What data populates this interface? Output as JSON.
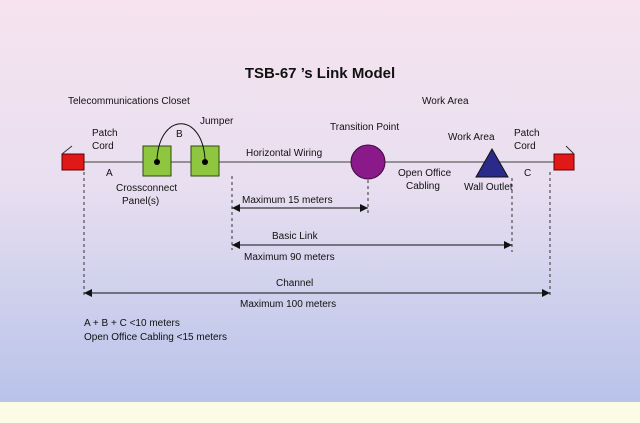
{
  "title": "TSB-67 ’s Link Model",
  "labels": {
    "telecom_closet": "Telecommunications Closet",
    "work_area_top": "Work Area",
    "patch_cord_left_1": "Patch",
    "patch_cord_left_2": "Cord",
    "label_a": "A",
    "label_b": "B",
    "jumper": "Jumper",
    "horizontal_wiring": "Horizontal Wiring",
    "transition_point": "Transition Point",
    "work_area_outlet_1": "Work Area",
    "work_area_outlet_2": "Wall Outlet",
    "patch_cord_right_1": "Patch",
    "patch_cord_right_2": "Cord",
    "label_c": "C",
    "crossconnect_1": "Crossconnect",
    "crossconnect_2": "Panel(s)",
    "open_office_1": "Open Office",
    "open_office_2": "Cabling",
    "max15": "Maximum 15 meters",
    "basic_link": "Basic Link",
    "max90": "Maximum 90 meters",
    "channel": "Channel",
    "max100": "Maximum 100 meters",
    "note1": "A + B + C <10 meters",
    "note2": "Open Office Cabling <15 meters"
  },
  "colors": {
    "patch_cord": "#e01818",
    "panel": "#8ec63f",
    "transition_point": "#8a1a8a",
    "wall_outlet": "#2a2a8a"
  }
}
